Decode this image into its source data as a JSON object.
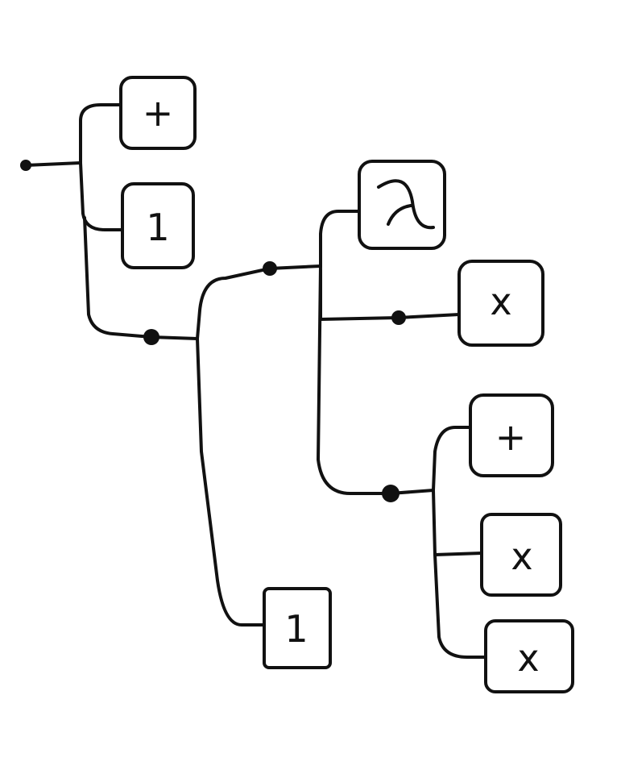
{
  "diagram": {
    "nodes": [
      {
        "id": "plus-top",
        "label": "+"
      },
      {
        "id": "one-top",
        "label": "1"
      },
      {
        "id": "lambda",
        "label": "λ",
        "icon": "lambda-icon"
      },
      {
        "id": "x-mid",
        "label": "x"
      },
      {
        "id": "plus-lower",
        "label": "+"
      },
      {
        "id": "x-lower-1",
        "label": "x"
      },
      {
        "id": "x-lower-2",
        "label": "x"
      },
      {
        "id": "one-bottom",
        "label": "1"
      }
    ],
    "edges": [
      [
        "root",
        "plus-top"
      ],
      [
        "root",
        "one-top"
      ],
      [
        "root",
        "junction-a"
      ],
      [
        "junction-a",
        "junction-b"
      ],
      [
        "junction-a",
        "one-bottom"
      ],
      [
        "junction-b",
        "lambda"
      ],
      [
        "junction-b",
        "junction-c"
      ],
      [
        "junction-b",
        "junction-d"
      ],
      [
        "junction-c",
        "x-mid"
      ],
      [
        "junction-d",
        "plus-lower"
      ],
      [
        "junction-d",
        "x-lower-1"
      ],
      [
        "junction-d",
        "x-lower-2"
      ]
    ]
  }
}
